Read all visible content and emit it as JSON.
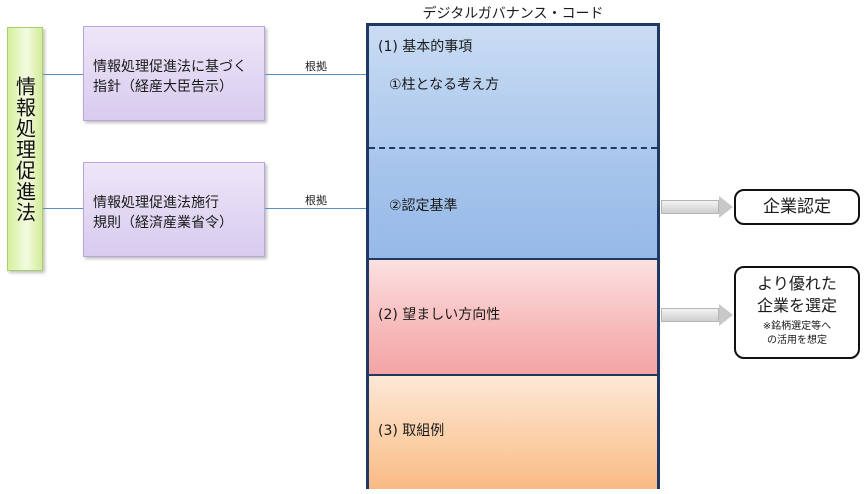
{
  "law": {
    "label": "情報処理促進法"
  },
  "guideline": {
    "line1": "情報処理促進法に基づく",
    "line2": "指針（経産大臣告示）"
  },
  "ordinance": {
    "line1": "情報処理促進法施行",
    "line2": "規則（経済産業省令）"
  },
  "basis_label": "根拠",
  "code": {
    "title": "デジタルガバナンス・コード",
    "sections": {
      "basic": "(1) 基本的事項",
      "pillars": "①柱となる考え方",
      "criteria": "②認定基準",
      "desirable": "(2) 望ましい方向性",
      "examples": "(3) 取組例"
    }
  },
  "outcomes": {
    "certification": "企業認定",
    "selection_line1": "より優れた",
    "selection_line2": "企業を選定",
    "selection_note_line1": "※銘柄選定等へ",
    "selection_note_line2": "の活用を想定"
  },
  "colors": {
    "frame": "#1f3864",
    "basic_section": "#a7c5ec",
    "desirable_section": "#f6b4b4",
    "examples_section": "#fbc99c",
    "law_box": "#d6ef9e",
    "regulation_box": "#d8cbef"
  }
}
